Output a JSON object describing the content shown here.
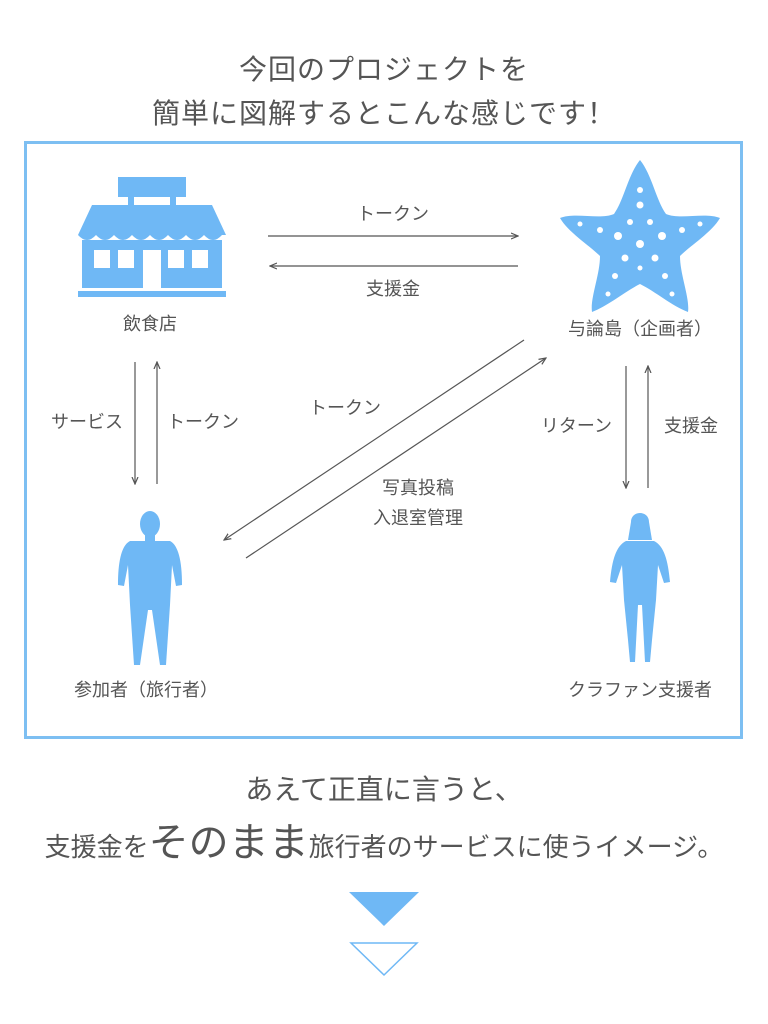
{
  "header": {
    "line1": "今回のプロジェクトを",
    "line2": "簡単に図解するとこんな感じです！"
  },
  "diagram": {
    "nodes": {
      "restaurant": "飲食店",
      "island": "与論島（企画者）",
      "participant": "参加者（旅行者）",
      "supporter": "クラファン支援者"
    },
    "edges": {
      "token_top": "トークン",
      "support_top": "支援金",
      "service_left": "サービス",
      "token_left": "トークン",
      "token_diag": "トークン",
      "photo_post": "写真投稿",
      "entry_exit": "入退室管理",
      "return_right": "リターン",
      "support_right": "支援金"
    },
    "icons": {
      "restaurant": "shop-icon",
      "island": "starfish-icon",
      "participant": "man-silhouette-icon",
      "supporter": "woman-silhouette-icon"
    }
  },
  "footer": {
    "line1": "あえて正直に言うと、",
    "line2_prefix": "支援金を",
    "line2_emphasis": "そのまま",
    "line2_suffix": "旅行者のサービスに使うイメージ。"
  },
  "colors": {
    "accent": "#6fb8f5",
    "frame": "#7dbff2",
    "text": "#555555"
  }
}
